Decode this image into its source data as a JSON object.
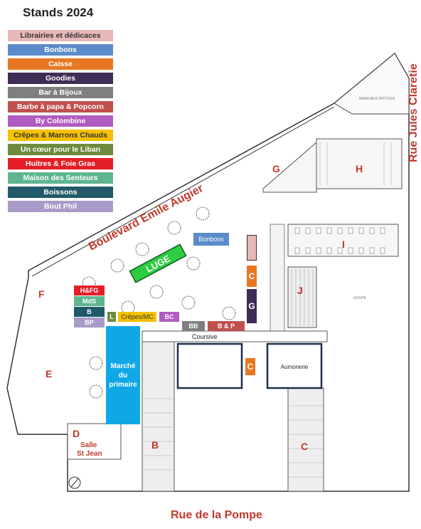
{
  "title": "Stands 2024",
  "legend": [
    {
      "label": "Librairies et dédicaces",
      "color": "#e8b7b7",
      "text": "#333333"
    },
    {
      "label": "Bonbons",
      "color": "#5b8cc9",
      "text": "#ffffff"
    },
    {
      "label": "Caisse",
      "color": "#e87722",
      "text": "#ffffff"
    },
    {
      "label": "Goodies",
      "color": "#3f2d55",
      "text": "#ffffff"
    },
    {
      "label": "Bar à Bijoux",
      "color": "#7f7f7f",
      "text": "#ffffff"
    },
    {
      "label": "Barbe à papa & Popcorn",
      "color": "#c0504d",
      "text": "#ffffff"
    },
    {
      "label": "By Colombine",
      "color": "#b05cc0",
      "text": "#ffffff"
    },
    {
      "label": "Crêpes & Marrons Chauds",
      "color": "#f5c000",
      "text": "#333333"
    },
    {
      "label": "Un cœur pour le Liban",
      "color": "#6e8b3d",
      "text": "#ffffff"
    },
    {
      "label": "Huitres & Foie Gras",
      "color": "#e41e26",
      "text": "#ffffff"
    },
    {
      "label": "Maison des Senteurs",
      "color": "#5fb58f",
      "text": "#ffffff"
    },
    {
      "label": "Boissons",
      "color": "#215968",
      "text": "#ffffff"
    },
    {
      "label": "Bout Phil",
      "color": "#a99bc9",
      "text": "#ffffff"
    }
  ],
  "streets": {
    "boulevard": "Boulevard Emile Augier",
    "jules": "Rue Jules Claretie",
    "pompe": "Rue de la Pompe"
  },
  "zones": {
    "G": "G",
    "H": "H",
    "I": "I",
    "J": "J",
    "F": "F",
    "E": "E",
    "D": "D",
    "B": "B",
    "C": "C"
  },
  "salle": {
    "line1": "Salle",
    "line2": "St Jean"
  },
  "stands": {
    "hfg": "H&FG",
    "mds": "MdS",
    "b": "B",
    "bp": "BP",
    "l": "L",
    "crepes": "Crêpes/MC",
    "bc": "BC",
    "bb": "BB",
    "bp2": "B & P",
    "bonbons": "Bonbons",
    "caisse1": "C",
    "caisse2": "C",
    "goodies": "G",
    "luge": "LUGE",
    "marche": "Marché du primaire",
    "aumonerie": "Aumonerie",
    "coursive": "Coursive"
  },
  "labels": {
    "immeuble": "IMMEUBLE MITOYEN",
    "goupe": "GOUPE"
  }
}
